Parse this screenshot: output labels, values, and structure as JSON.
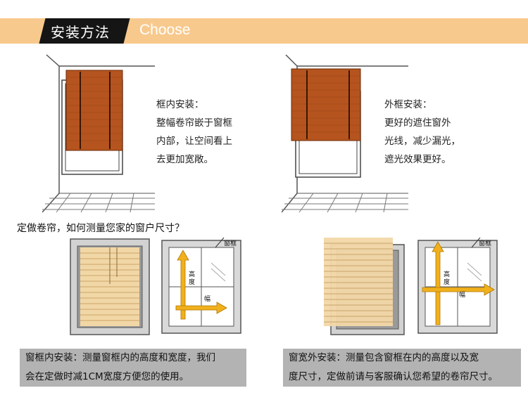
{
  "header": {
    "title": "安装方法",
    "subtitle": "Choose"
  },
  "inside_install": {
    "heading": "框内安装：",
    "lines": [
      "整幅卷帘嵌于窗框",
      "内部，让空间看上",
      "去更加宽敞。"
    ]
  },
  "outside_install": {
    "heading": "外框安装：",
    "lines": [
      "更好的遮住窗外",
      "光线，减少漏光，",
      "遮光效果更好。"
    ]
  },
  "measure": {
    "question": "定做卷帘，如何测量您家的窗户尺寸？",
    "frame_label": "窗框",
    "height_label": "高 度",
    "width_label": "幅"
  },
  "notes": {
    "inside": [
      "窗框内安装：测量窗框内的高度和宽度，我们",
      "会在定做时减1CM宽度方便您的使用。"
    ],
    "outside": [
      "窗宽外安装：测量包含窗框在内的高度以及宽",
      "度尺寸，定做前请与客服确认您希望的卷帘尺寸。"
    ]
  },
  "colors": {
    "band": "#f8c98d",
    "title_bg": "#151515",
    "wood": "#b5541e",
    "arrow": "#f1b01c",
    "note_bg": "#b3b3b3"
  }
}
